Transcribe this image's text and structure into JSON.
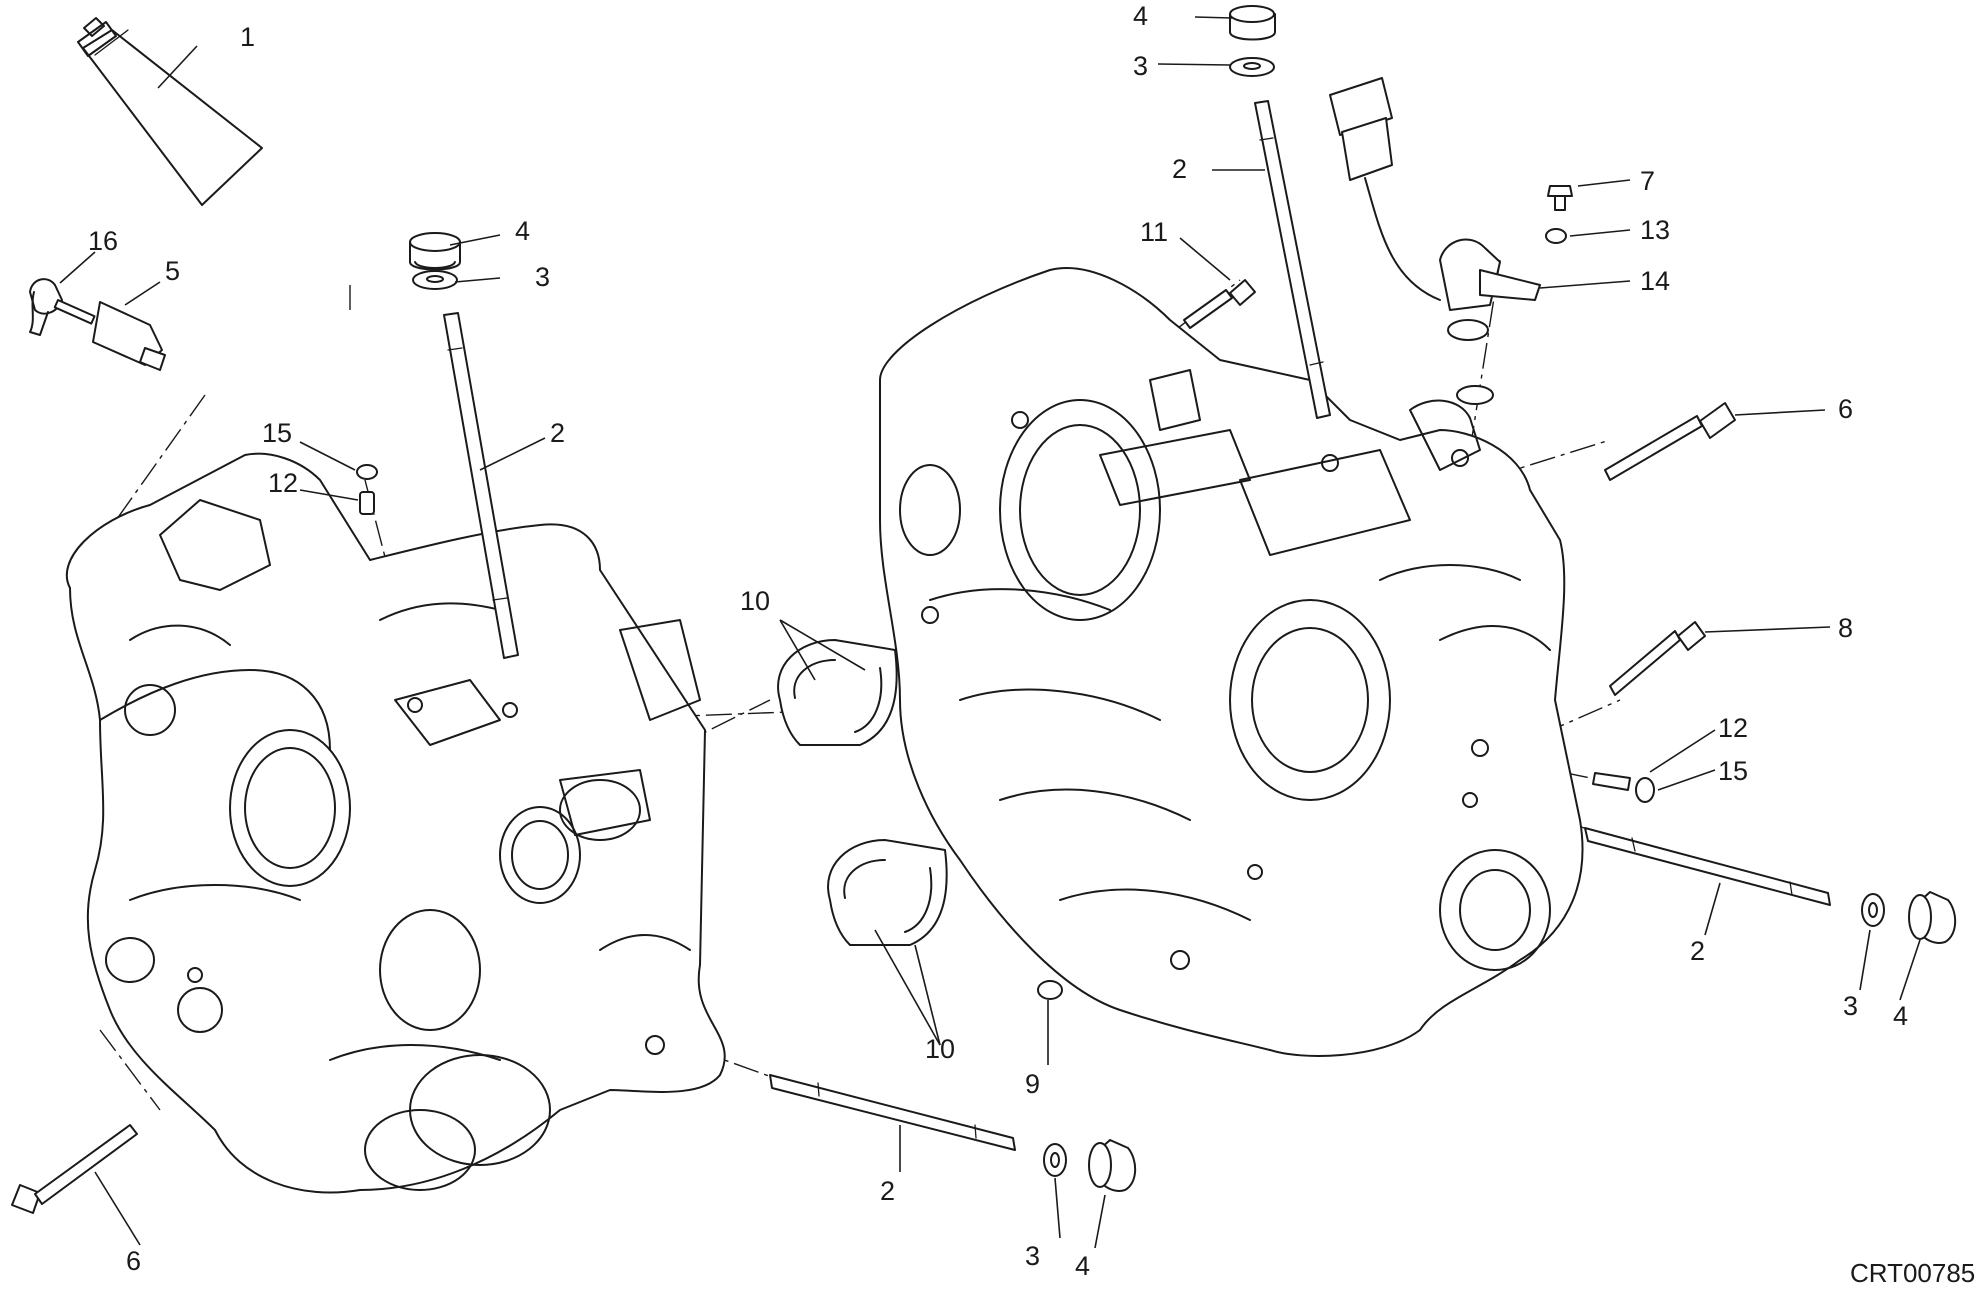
{
  "callouts": {
    "c1": "1",
    "c2a": "2",
    "c2b": "2",
    "c2c": "2",
    "c2d": "2",
    "c3a": "3",
    "c3b": "3",
    "c3c": "3",
    "c3d": "3",
    "c4a": "4",
    "c4b": "4",
    "c4c": "4",
    "c4d": "4",
    "c5": "5",
    "c6a": "6",
    "c6b": "6",
    "c7": "7",
    "c8": "8",
    "c9": "9",
    "c10a": "10",
    "c10b": "10",
    "c11": "11",
    "c12a": "12",
    "c12b": "12",
    "c13": "13",
    "c14": "14",
    "c15a": "15",
    "c15b": "15",
    "c16": "16"
  },
  "drawing_code": "CRT00785"
}
